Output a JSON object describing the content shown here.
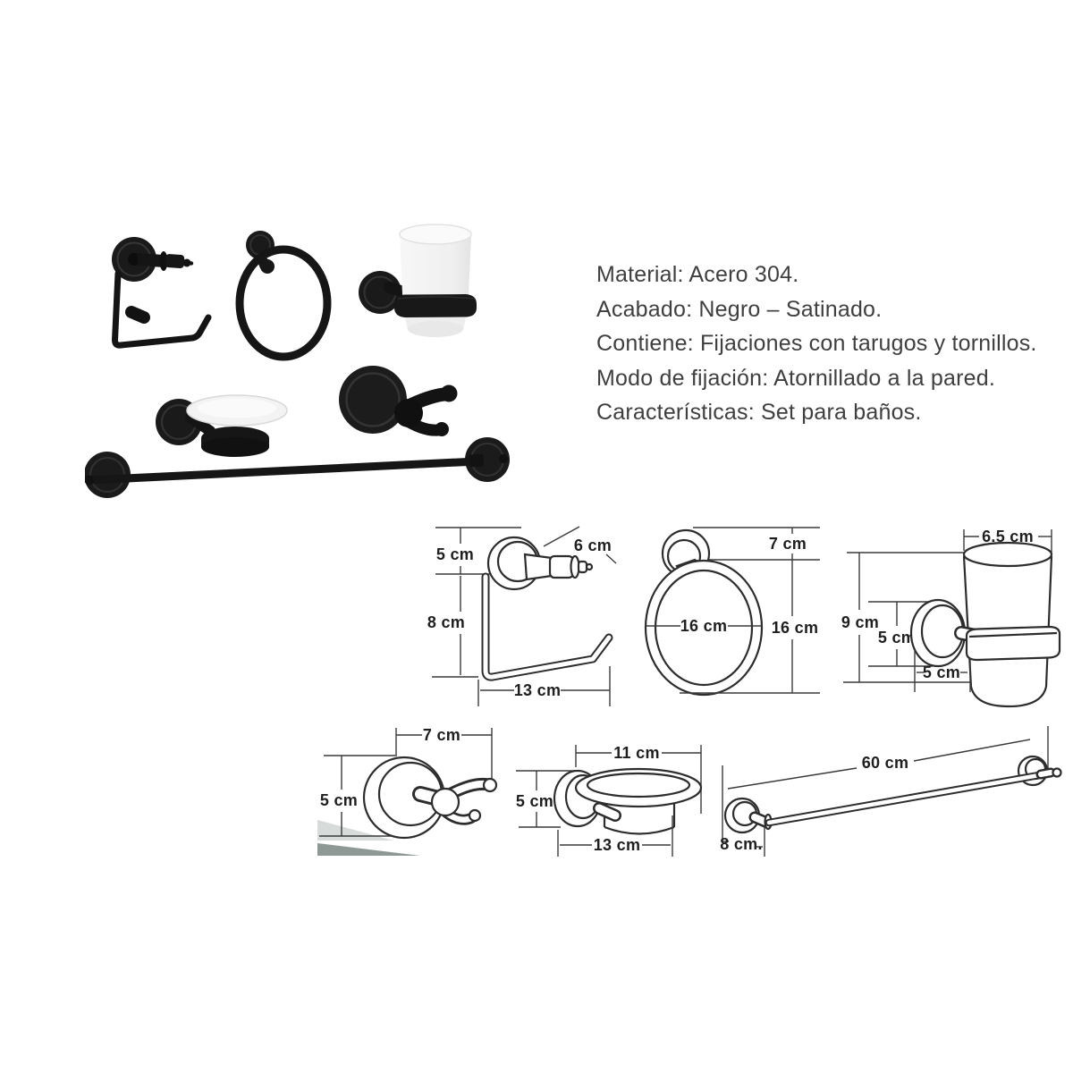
{
  "specs": {
    "lines": [
      "Material: Acero 304.",
      "Acabado: Negro – Satinado.",
      "Contiene: Fijaciones con tarugos y tornillos.",
      "Modo de fijación: Atornillado a la pared.",
      "Características: Set para baños."
    ]
  },
  "photos": {
    "items": [
      "toilet-paper-holder",
      "towel-ring",
      "tumbler-holder",
      "soap-dish",
      "double-robe-hook",
      "towel-bar"
    ]
  },
  "diagrams": {
    "paper_holder": {
      "mount_height": "5 cm",
      "roller_length": "6 cm",
      "drop_height": "8 cm",
      "width": "13 cm"
    },
    "towel_ring": {
      "depth": "7 cm",
      "inner_diameter": "16 cm",
      "height": "16 cm"
    },
    "cup_holder": {
      "cup_diameter": "6.5 cm",
      "height": "9 cm",
      "plate_diameter": "5 cm",
      "depth": "5 cm"
    },
    "robe_hook": {
      "width": "7 cm",
      "height": "5 cm"
    },
    "soap_dish": {
      "dish_diameter": "11 cm",
      "height": "5 cm",
      "width": "13 cm"
    },
    "towel_bar": {
      "length": "60 cm",
      "mount": "8 cm."
    }
  },
  "colors": {
    "product_black": "#1a1a1a",
    "line_dark": "#2d2d2d",
    "text_gray": "#3f3f3f",
    "shadow_light": "#d7dbd9",
    "shadow_dark": "#8e9995"
  }
}
